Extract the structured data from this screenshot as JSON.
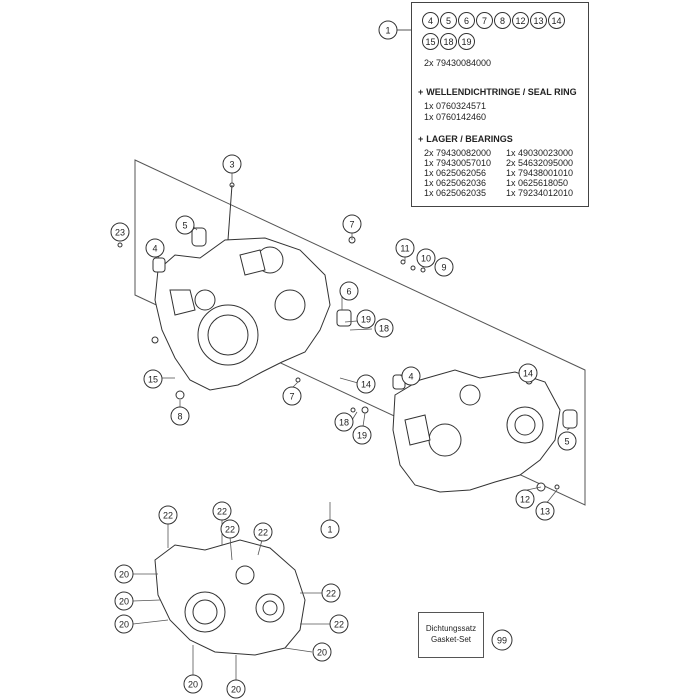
{
  "kit_panel": {
    "part_refs": [
      "4",
      "5",
      "6",
      "7",
      "8",
      "12",
      "13",
      "14",
      "15",
      "18",
      "19"
    ],
    "screw_kit": "2x 79430084000",
    "seal_title": "WELLENDICHTRINGE / SEAL RING",
    "seal_items": [
      "1x 0760324571",
      "1x 0760142460"
    ],
    "bearing_title": "LAGER / BEARINGS",
    "bearing_items_left": [
      "2x 79430082000",
      "1x 79430057010",
      "1x 0625062056",
      "1x 0625062036",
      "1x 0625062035"
    ],
    "bearing_items_right": [
      "1x 49030023000",
      "2x 54632095000",
      "1x 79438001010",
      "1x 0625618050",
      "1x 79234012010"
    ]
  },
  "gasket_set": {
    "label_de": "Dichtungssatz",
    "label_en": "Gasket-Set",
    "ref": "99"
  },
  "callouts": {
    "c1_top": "1",
    "c3": "3",
    "c23": "23",
    "c5_left": "5",
    "c4_left": "4",
    "c7_top": "7",
    "c11": "11",
    "c10": "10",
    "c9": "9",
    "c6": "6",
    "c19_top": "19",
    "c18_top": "18",
    "c15": "15",
    "c8": "8",
    "c7_bottom": "7",
    "c14_mid": "14",
    "c4_right": "4",
    "c14_right": "14",
    "c18_bottom": "18",
    "c19_bottom": "19",
    "c5_right": "5",
    "c12": "12",
    "c13": "13",
    "c1_bottom": "1",
    "c22_a": "22",
    "c22_b": "22",
    "c22_c": "22",
    "c22_d": "22",
    "c22_e": "22",
    "c22_f": "22",
    "c20_a": "20",
    "c20_b": "20",
    "c20_c": "20",
    "c20_d": "20",
    "c20_e": "20",
    "c20_f": "20"
  }
}
